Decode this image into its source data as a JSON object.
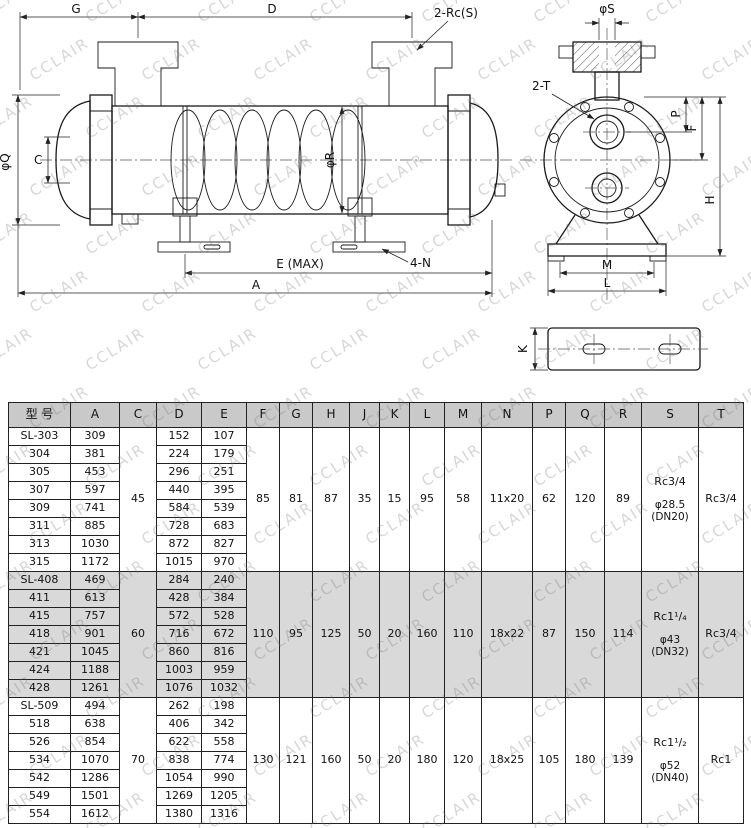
{
  "watermark": "CCLAIR",
  "drawing": {
    "side": {
      "g": "G",
      "d": "D",
      "rc_s": "2-Rc(S)",
      "phi_q": "φQ",
      "c": "C",
      "phi_r": "φR",
      "four_n": "4-N",
      "e_max": "E (MAX)",
      "a": "A"
    },
    "end": {
      "phi_s": "φS",
      "two_t": "2-T",
      "p": "P",
      "f": "F",
      "h": "H",
      "m": "M",
      "l": "L"
    },
    "bracket": {
      "k": "K"
    }
  },
  "table": {
    "headers": [
      "型 号",
      "A",
      "C",
      "D",
      "E",
      "F",
      "G",
      "H",
      "J",
      "K",
      "L",
      "M",
      "N",
      "P",
      "Q",
      "R",
      "S",
      "T"
    ],
    "groups": [
      {
        "shaded": false,
        "rows": [
          {
            "model": "SL-303",
            "a": "309",
            "d": "152",
            "e": "107"
          },
          {
            "model": "304",
            "a": "381",
            "d": "224",
            "e": "179"
          },
          {
            "model": "305",
            "a": "453",
            "d": "296",
            "e": "251"
          },
          {
            "model": "307",
            "a": "597",
            "d": "440",
            "e": "395"
          },
          {
            "model": "309",
            "a": "741",
            "d": "584",
            "e": "539"
          },
          {
            "model": "311",
            "a": "885",
            "d": "728",
            "e": "683"
          },
          {
            "model": "313",
            "a": "1030",
            "d": "872",
            "e": "827"
          },
          {
            "model": "315",
            "a": "1172",
            "d": "1015",
            "e": "970"
          }
        ],
        "c": "45",
        "f": "85",
        "g": "81",
        "h": "87",
        "j": "35",
        "k": "15",
        "l": "95",
        "m": "58",
        "n": "11x20",
        "p": "62",
        "q": "120",
        "r": "89",
        "s_lines": [
          "Rc3/4",
          "φ28.5",
          "(DN20)"
        ],
        "t": "Rc3/4"
      },
      {
        "shaded": true,
        "rows": [
          {
            "model": "SL-408",
            "a": "469",
            "d": "284",
            "e": "240"
          },
          {
            "model": "411",
            "a": "613",
            "d": "428",
            "e": "384"
          },
          {
            "model": "415",
            "a": "757",
            "d": "572",
            "e": "528"
          },
          {
            "model": "418",
            "a": "901",
            "d": "716",
            "e": "672"
          },
          {
            "model": "421",
            "a": "1045",
            "d": "860",
            "e": "816"
          },
          {
            "model": "424",
            "a": "1188",
            "d": "1003",
            "e": "959"
          },
          {
            "model": "428",
            "a": "1261",
            "d": "1076",
            "e": "1032"
          }
        ],
        "c": "60",
        "f": "110",
        "g": "95",
        "h": "125",
        "j": "50",
        "k": "20",
        "l": "160",
        "m": "110",
        "n": "18x22",
        "p": "87",
        "q": "150",
        "r": "114",
        "s_lines": [
          "Rc1¹/₄",
          "φ43",
          "(DN32)"
        ],
        "t": "Rc3/4"
      },
      {
        "shaded": false,
        "rows": [
          {
            "model": "SL-509",
            "a": "494",
            "d": "262",
            "e": "198"
          },
          {
            "model": "518",
            "a": "638",
            "d": "406",
            "e": "342"
          },
          {
            "model": "526",
            "a": "854",
            "d": "622",
            "e": "558"
          },
          {
            "model": "534",
            "a": "1070",
            "d": "838",
            "e": "774"
          },
          {
            "model": "542",
            "a": "1286",
            "d": "1054",
            "e": "990"
          },
          {
            "model": "549",
            "a": "1501",
            "d": "1269",
            "e": "1205"
          },
          {
            "model": "554",
            "a": "1612",
            "d": "1380",
            "e": "1316"
          }
        ],
        "c": "70",
        "f": "130",
        "g": "121",
        "h": "160",
        "j": "50",
        "k": "20",
        "l": "180",
        "m": "120",
        "n": "18x25",
        "p": "105",
        "q": "180",
        "r": "139",
        "s_lines": [
          "Rc1¹/₂",
          "φ52",
          "(DN40)"
        ],
        "t": "Rc1"
      }
    ]
  }
}
